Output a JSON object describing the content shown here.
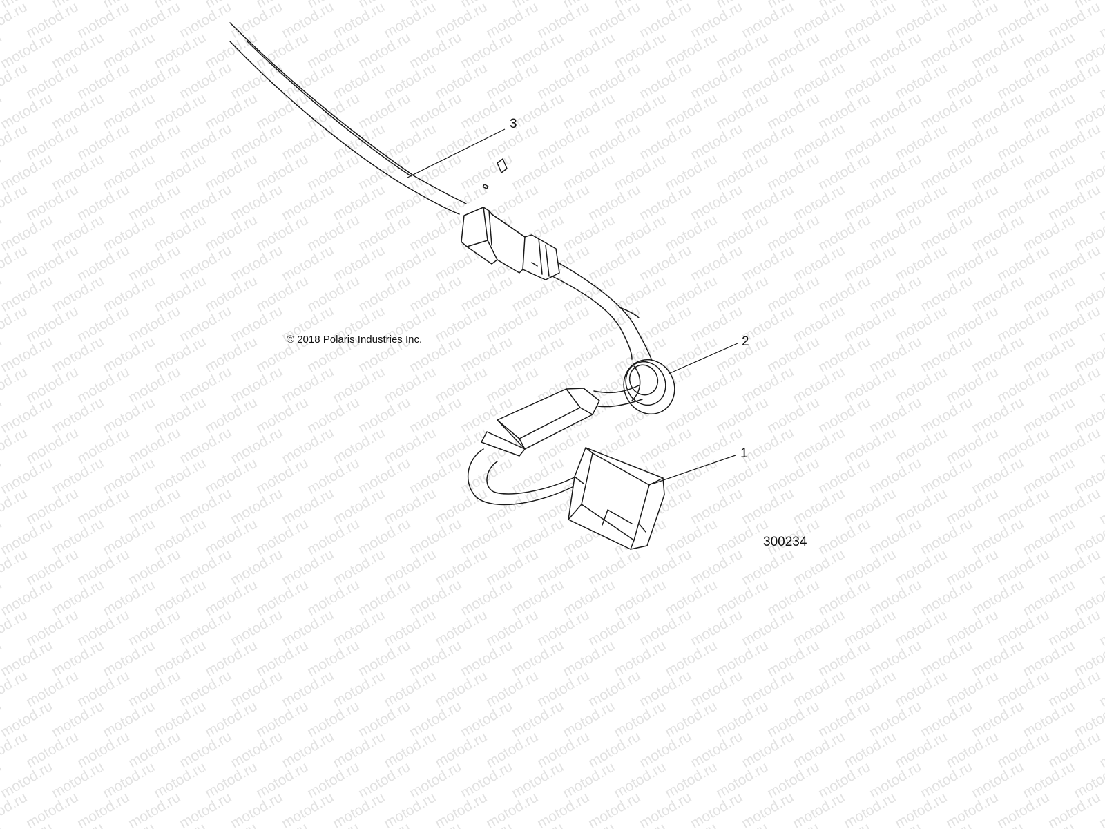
{
  "watermark": "motod.ru",
  "copyright": "© 2018 Polaris Industries Inc.",
  "figure_number": "300234",
  "callouts": [
    {
      "label": "1"
    },
    {
      "label": "2"
    },
    {
      "label": "3"
    }
  ]
}
